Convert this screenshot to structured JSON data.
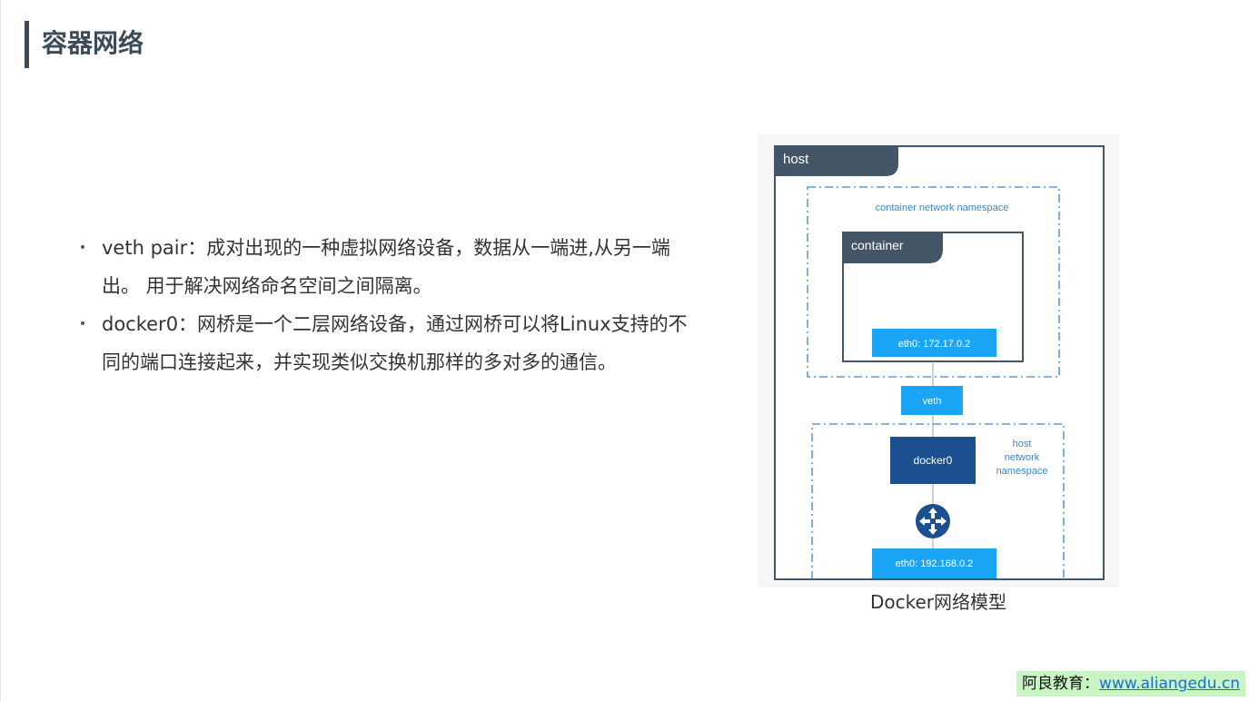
{
  "title": "容器网络",
  "bullets": [
    {
      "text": "veth pair：成对出现的一种虚拟网络设备，数据从一端进,从另一端出。 用于解决网络命名空间之间隔离。"
    },
    {
      "text": "docker0：网桥是一个二层网络设备，通过网桥可以将Linux支持的不同的端口连接起来，并实现类似交换机那样的多对多的通信。"
    }
  ],
  "diagram": {
    "host_label": "host",
    "container_ns_label": "container network namespace",
    "container_label": "container",
    "container_eth": "eth0: 172.17.0.2",
    "veth_label": "veth",
    "docker0_label": "docker0",
    "host_ns_label": [
      "host",
      "network",
      "namespace"
    ],
    "host_eth": "eth0: 192.168.0.2",
    "colors": {
      "host_frame": "#425668",
      "tab": "#425668",
      "dashed": "#3c86c9",
      "light_box": "#1ba6f5",
      "docker0_box": "#1b4f8f",
      "router": "#1b4f8f",
      "ns_text": "#3c86c9"
    },
    "router_icon": "router-icon"
  },
  "caption": "Docker网络模型",
  "footer": {
    "prefix": "阿良教育：",
    "link": "www.aliangedu.cn"
  }
}
